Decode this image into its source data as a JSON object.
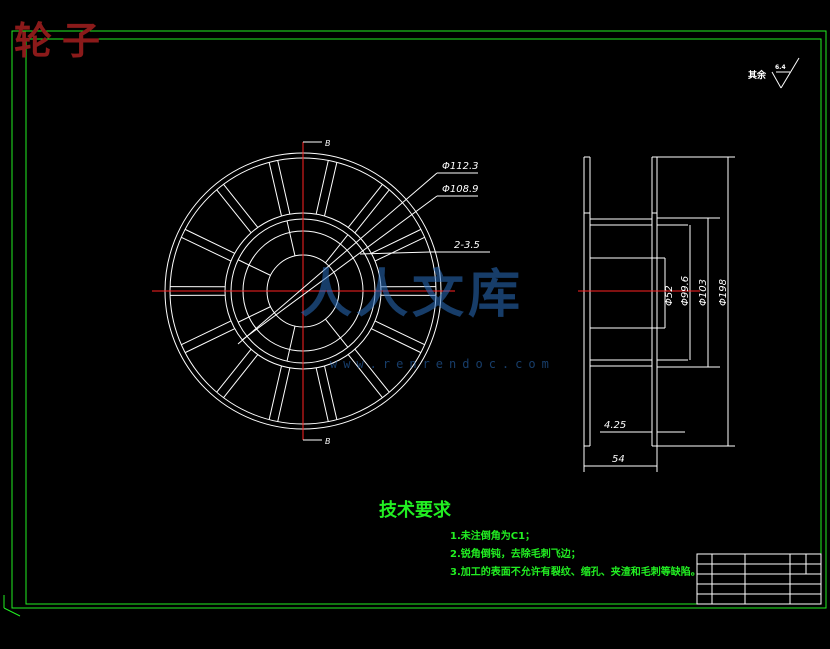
{
  "stamp_title": "轮子",
  "roughness": {
    "label": "其余",
    "value": "6.4"
  },
  "front_view": {
    "section_mark_top": "B",
    "section_mark_bottom": "B",
    "dim_outer": "Φ112.3",
    "dim_inner": "Φ108.9",
    "dim_holes": "2-3.5"
  },
  "side_view": {
    "dim_52": "Φ52",
    "dim_99_6": "Φ99.6",
    "dim_103": "Φ103",
    "dim_198": "Φ198",
    "dim_4_25": "4.25",
    "dim_54": "54"
  },
  "tech_requirements": {
    "title": "技术要求",
    "items": [
      "1.未注倒角为C1；",
      "2.锐角倒钝，去除毛刺飞边；",
      "3.加工的表面不允许有裂纹、缩孔、夹渣和毛刺等缺陷。"
    ]
  },
  "watermark": {
    "text": "人人文库",
    "url": "www.renrendoc.com"
  },
  "colors": {
    "frame": "#22ee22",
    "drawing": "#ffffff",
    "center": "#ff2222",
    "text": "#22ee22"
  }
}
